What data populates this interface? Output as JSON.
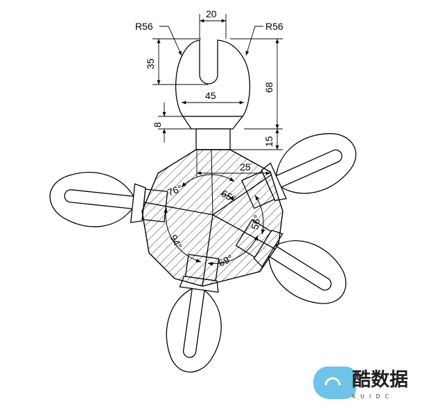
{
  "dimensions": {
    "r_left": "R56",
    "r_right": "R56",
    "jaw_width": "20",
    "slot_depth": "35",
    "head_width": "45",
    "neck_height": "8",
    "head_height": "68",
    "shank_height": "15",
    "offset": "25"
  },
  "angles": {
    "a76": "76°",
    "a65": "65°",
    "a56": "56°",
    "a94": "94°",
    "a69": "69°"
  },
  "watermark": {
    "brand_cn": "酷数据",
    "brand_en": "KUIDC",
    "accent": "#6fc3e8"
  }
}
